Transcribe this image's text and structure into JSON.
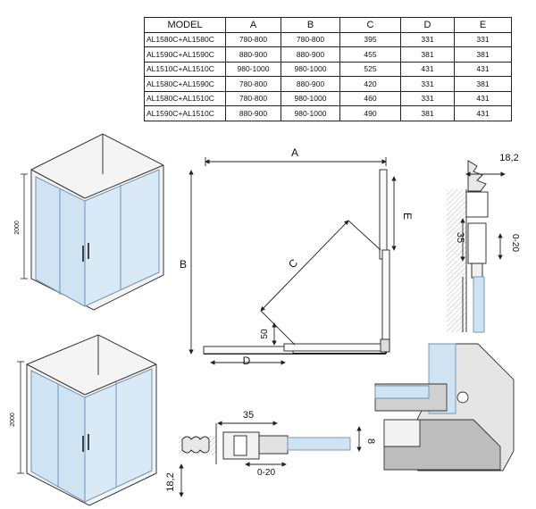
{
  "table": {
    "headers": [
      "MODEL",
      "A",
      "B",
      "C",
      "D",
      "E"
    ],
    "rows": [
      [
        "AL1580C+AL1580C",
        "780-800",
        "780-800",
        "395",
        "331",
        "331"
      ],
      [
        "AL1590C+AL1590C",
        "880-900",
        "880-900",
        "455",
        "381",
        "381"
      ],
      [
        "AL1510C+AL1510C",
        "980-1000",
        "980-1000",
        "525",
        "431",
        "431"
      ],
      [
        "AL1580C+AL1590C",
        "780-800",
        "880-900",
        "420",
        "331",
        "381"
      ],
      [
        "AL1580C+AL1510C",
        "780-800",
        "980-1000",
        "460",
        "331",
        "431"
      ],
      [
        "AL1590C+AL1510C",
        "880-900",
        "980-1000",
        "490",
        "381",
        "431"
      ]
    ]
  },
  "shower_top": {
    "height_label": "2000"
  },
  "shower_bottom": {
    "height_label": "2000"
  },
  "plan": {
    "label_a": "A",
    "label_b": "B",
    "label_c": "C",
    "label_d": "D",
    "label_e": "E",
    "label_50": "50"
  },
  "profile_detail": {
    "width_label": "18,2",
    "depth_label": "35",
    "adjust_label": "0-20"
  },
  "bottom_detail": {
    "width_label": "35",
    "adjust_label": "0-20",
    "glass_label": "8",
    "height_label": "18,2"
  },
  "colors": {
    "glass": "#cfe3f3",
    "glass_edge": "#7fa6c4",
    "line": "#222222",
    "frame": "#555555"
  }
}
